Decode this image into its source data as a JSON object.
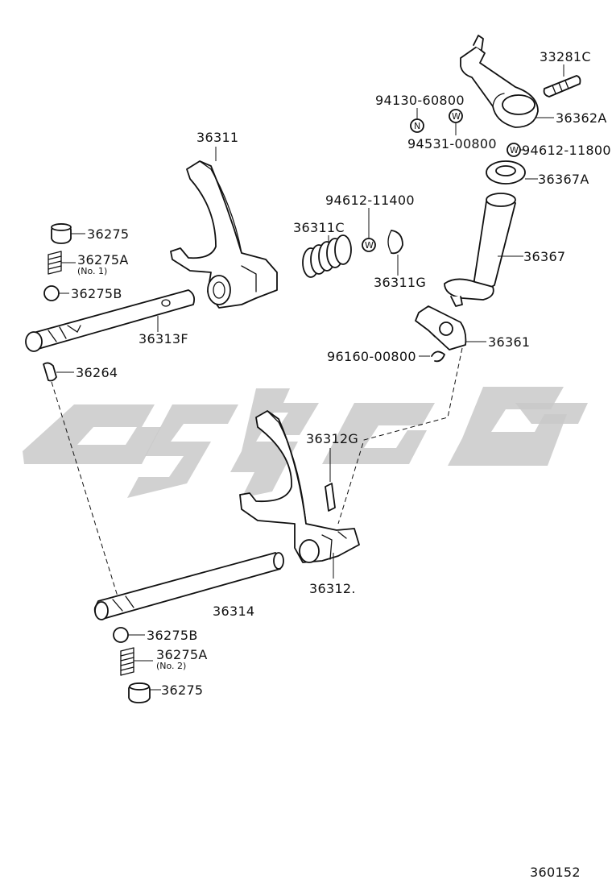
{
  "diagram_id": "360152",
  "colors": {
    "ink": "#111111",
    "watermark": "#c9c9c9",
    "background": "#ffffff"
  },
  "labels": {
    "p33281C": "33281C",
    "p36362A": "36362A",
    "p94130_60800": "94130-60800",
    "p94531_00800": "94531-00800",
    "p94612_11800": "94612-11800",
    "p36367A": "36367A",
    "p36311": "36311",
    "p94612_11400": "94612-11400",
    "p36311C": "36311C",
    "p36311G": "36311G",
    "p36367": "36367",
    "p36275_top": "36275",
    "p36275A_top": "36275A",
    "p36275A_top_note": "(No. 1)",
    "p36275B_top": "36275B",
    "p36313F": "36313F",
    "p36361": "36361",
    "p96160_00800": "96160-00800",
    "p36264": "36264",
    "p36312G": "36312G",
    "p36312": "36312.",
    "p36314": "36314",
    "p36275B_bot": "36275B",
    "p36275A_bot": "36275A",
    "p36275A_bot_note": "(No. 2)",
    "p36275_bot": "36275"
  },
  "symbols": {
    "n_mark": "N",
    "w_mark": "W"
  }
}
